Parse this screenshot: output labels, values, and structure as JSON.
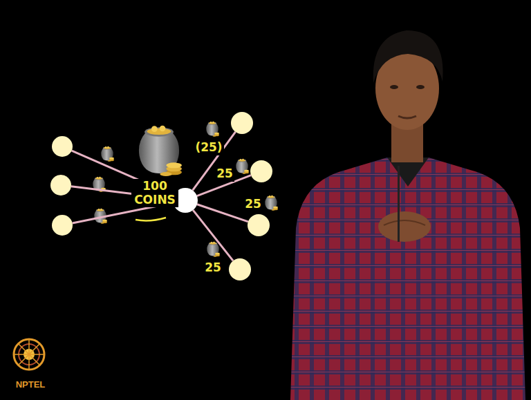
{
  "diagram": {
    "nodes": [
      {
        "text": []
      },
      {
        "text": []
      },
      {
        "text": []
      },
      {
        "text": []
      },
      {
        "text": []
      },
      {
        "text": []
      },
      {
        "text": []
      },
      {
        "text": []
      }
    ],
    "edges": [
      {
        "from": 3,
        "to": 0,
        "arrow": "none"
      },
      {
        "from": 3,
        "to": 1,
        "arrow": "none"
      },
      {
        "from": 3,
        "to": 2,
        "arrow": "none"
      },
      {
        "from": 3,
        "to": 4,
        "arrow": "none",
        "label": "(25)"
      },
      {
        "from": 3,
        "to": 5,
        "arrow": "none",
        "label": "25"
      },
      {
        "from": 3,
        "to": 6,
        "arrow": "none",
        "label": "25"
      },
      {
        "from": 3,
        "to": 7,
        "arrow": "none",
        "label": "25"
      }
    ],
    "labels": [
      "100 COINS",
      "NPTEL"
    ]
  }
}
